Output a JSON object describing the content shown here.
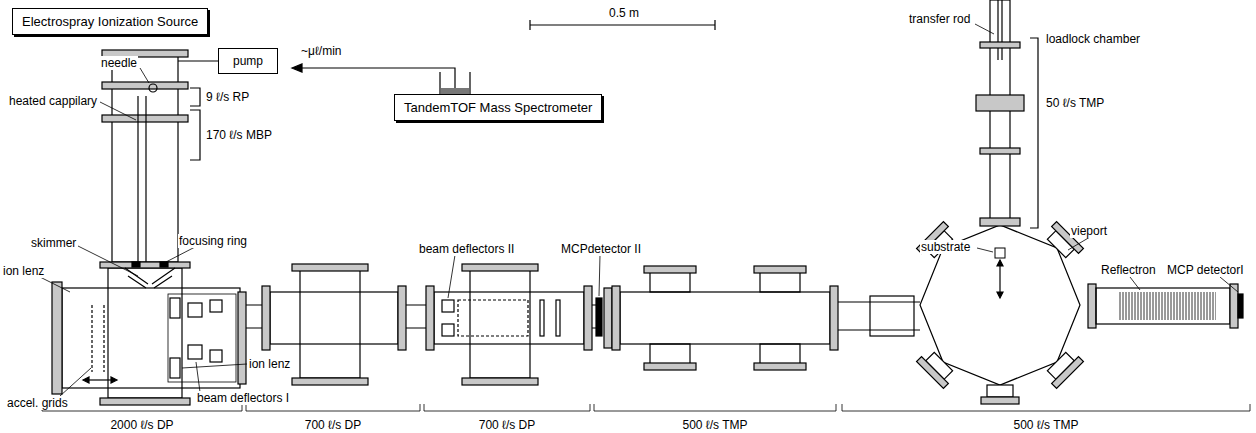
{
  "diagram": {
    "nodes": [
      {
        "text": [
          "Electrospray Ionization Source"
        ]
      },
      {
        "text": [
          "pump"
        ]
      },
      {
        "text": [
          "TandemTOF Mass Spectrometer"
        ]
      }
    ],
    "labels": [
      "0.5 m",
      "transfer rod",
      "loadlock chamber",
      "needle",
      "~μℓ/min",
      "heated cappilary",
      "9 ℓ/s RP",
      "170 ℓ/s MBP",
      "50 ℓ/s TMP",
      "skimmer",
      "focusing ring",
      "beam deflectors II",
      "MCPdetector II",
      "substrate",
      "vieport",
      "Reflectron",
      "MCP detectorI",
      "ion lenz",
      "ion lenz",
      "accel. grids",
      "beam deflectors I",
      "2000 ℓ/s DP",
      "700 ℓ/s DP",
      "700 ℓ/s DP",
      "500 ℓ/s TMP",
      "500 ℓ/s TMP"
    ]
  }
}
